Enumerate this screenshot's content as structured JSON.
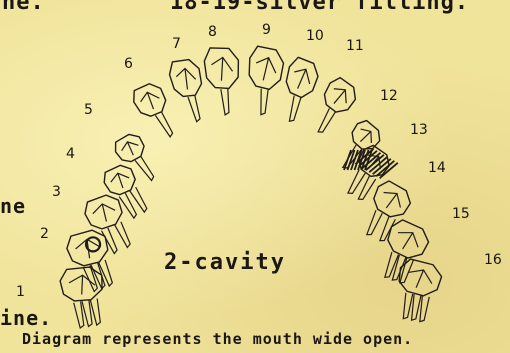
{
  "header": {
    "left_fragment": "ne.",
    "right_fragment": "18-19-silver filling."
  },
  "left_margin": {
    "word_1": "ne",
    "word_2": "ine."
  },
  "diagram": {
    "tooth_numbers": [
      "1",
      "2",
      "3",
      "4",
      "5",
      "6",
      "7",
      "8",
      "9",
      "10",
      "11",
      "12",
      "13",
      "14",
      "15",
      "16"
    ],
    "annotation": "2-cavity"
  },
  "caption": "Diagram represents the mouth wide open."
}
